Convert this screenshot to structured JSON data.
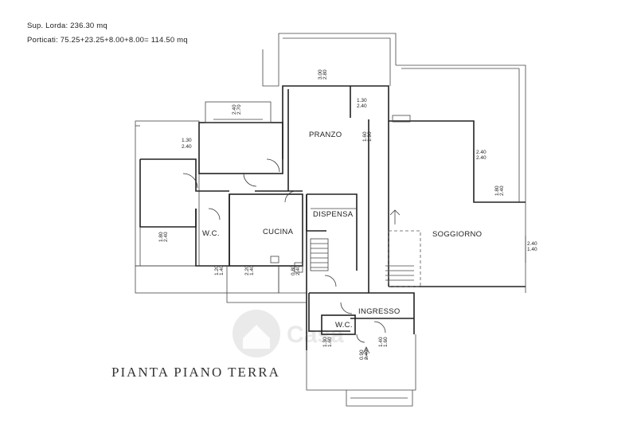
{
  "header": {
    "surface": "Sup. Lorda: 236.30 mq",
    "porches": "Porticati: 75.25+23.25+8.00+8.00= 114.50 mq"
  },
  "title": "PIANTA PIANO TERRA",
  "rooms": {
    "pranzo": "PRANZO",
    "dispensa": "DISPENSA",
    "cucina": "CUCINA",
    "wc1": "W.C.",
    "soggiorno": "SOGGIORNO",
    "ingresso": "INGRESSO",
    "wc2": "W.C."
  },
  "dims": {
    "d1": "3.00",
    "d1b": "2.80",
    "d2": "1.30",
    "d2b": "2.40",
    "d3": "2.40",
    "d3b": "2.70",
    "d4": "1.30",
    "d4b": "2.40",
    "d5": "1.60",
    "d5b": "1.90",
    "d6": "2.40",
    "d6b": "2.40",
    "d7": "1.80",
    "d7b": "2.40",
    "d8": "2.40",
    "d8b": "1.40",
    "d9": "1.80",
    "d9b": "2.40",
    "d10": "1.20",
    "d10b": "1.40",
    "d11": "2.20",
    "d11b": "1.40",
    "d12": "0.80",
    "d12b": "2.40",
    "d13": "1.30",
    "d13b": "1.60",
    "d14": "1.40",
    "d14b": "1.60",
    "d15": "0.90",
    "d15b": "2.40"
  }
}
